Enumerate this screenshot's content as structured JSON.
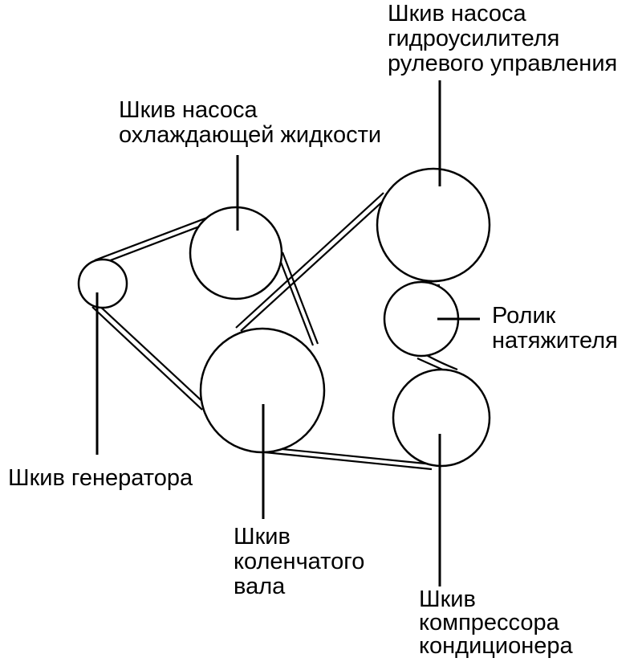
{
  "diagram": {
    "labels": {
      "power_steering": [
        "Шкив насоса",
        "гидроусилителя",
        "рулевого управления"
      ],
      "water_pump": [
        "Шкив насоса",
        "охлаждающей жидкости"
      ],
      "tensioner": [
        "Ролик",
        "натяжителя"
      ],
      "alternator": [
        "Шкив генератора"
      ],
      "crankshaft": [
        "Шкив",
        "коленчатого",
        "вала"
      ],
      "ac_compressor": [
        "Шкив",
        "компрессора",
        "кондиционера"
      ]
    },
    "colors": {
      "line": "#000000",
      "background": "#ffffff"
    }
  }
}
